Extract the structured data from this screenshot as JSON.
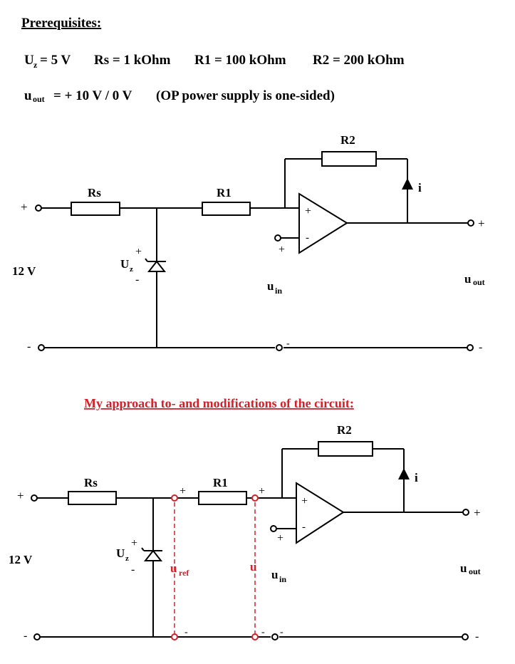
{
  "prerequisites": {
    "heading": "Prerequisites:",
    "uz_sym": "U",
    "uz_sub": "z",
    "uz_value": "= 5 V",
    "rs": "Rs = 1 kOhm",
    "r1": "R1 = 100 kOhm",
    "r2": "R2 = 200 kOhm",
    "uout_sym": "u",
    "uout_sub": "out",
    "uout_value": "= + 10 V / 0 V",
    "uout_note": "(OP power supply is one-sided)"
  },
  "circuit": {
    "rs": "Rs",
    "r1": "R1",
    "r2": "R2",
    "i": "i",
    "supply": "12 V",
    "uz_sym": "U",
    "uz_sub": "z",
    "uin_sym": "u",
    "uin_sub": "in",
    "uout_sym": "u",
    "uout_sub": "out",
    "plus": "+",
    "minus": "-",
    "uref_sym": "u",
    "uref_sub": "ref",
    "u": "u"
  },
  "modification": {
    "heading": "My approach to- and modifications of the circuit:"
  },
  "colors": {
    "red": "#d4202a",
    "black": "#000000"
  }
}
